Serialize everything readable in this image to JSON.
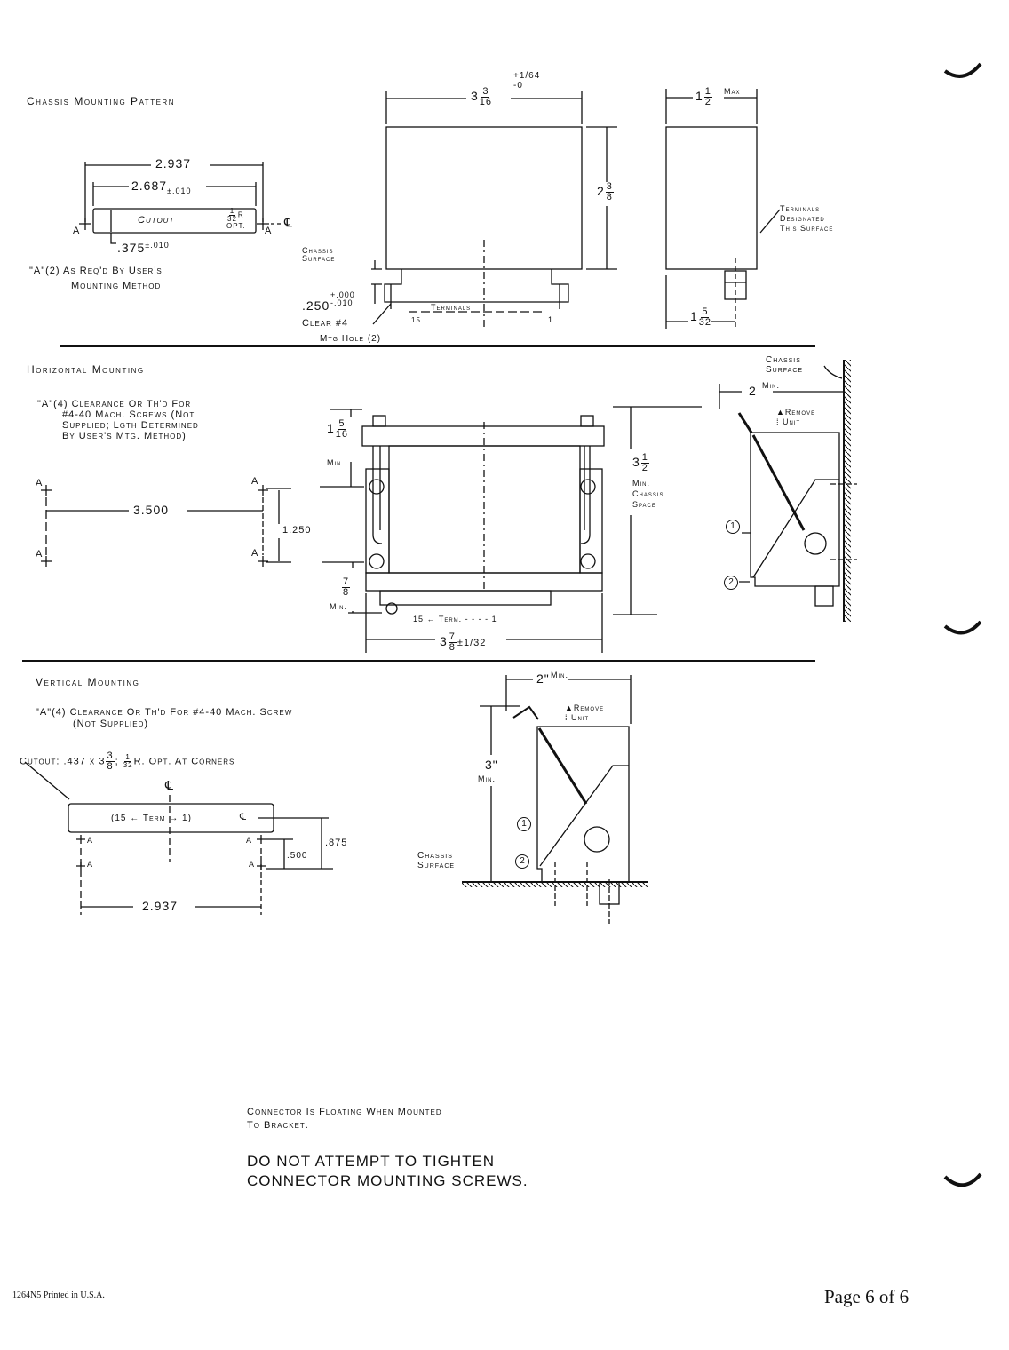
{
  "chassis_pattern": {
    "title": "Chassis Mounting Pattern",
    "dim_overall": "2.937",
    "dim_cutout": "2.687",
    "dim_cutout_tol": "±.010",
    "cutout_label": "Cutout",
    "radius_num": "1",
    "radius_den": "32",
    "radius_suffix": "R",
    "radius_opt": "OPT.",
    "a_label": "A",
    "centerline": "℄",
    "dim_offset": ".375",
    "dim_offset_tol": "±.010",
    "note_line1": "\"A\"(2) As Req'd By User's",
    "note_line2": "Mounting Method"
  },
  "front_view": {
    "width_whole": "3",
    "width_num": "3",
    "width_den": "16",
    "width_tol_plus": "+1/64",
    "width_tol_minus": "-0",
    "height_whole": "2",
    "height_num": "3",
    "height_den": "8",
    "chassis_surface": "Chassis Surface",
    "flange": ".250",
    "flange_tol_plus": "+.000",
    "flange_tol_minus": "-.010",
    "clear_hole_1": "Clear #4",
    "clear_hole_2": "Mtg Hole (2)",
    "terminals": "Terminals",
    "term_15": "15",
    "term_1": "1"
  },
  "side_view": {
    "width_whole": "1",
    "width_num": "1",
    "width_den": "2",
    "width_max": "Max",
    "terminals_note": [
      "Terminals",
      "Designated",
      "This Surface"
    ],
    "conn_whole": "1",
    "conn_num": "5",
    "conn_den": "32"
  },
  "horizontal": {
    "title": "Horizontal Mounting",
    "note": [
      "\"A\"(4) Clearance Or Th'd For",
      "#4-40 Mach. Screws (Not",
      "Supplied; Lgth Determined",
      "By User's Mtg. Method)"
    ],
    "a_label": "A",
    "dim_spacing": "3.500",
    "dim_height": "1.250",
    "top_whole": "1",
    "top_num": "5",
    "top_den": "16",
    "min": "Min.",
    "bottom_num": "7",
    "bottom_den": "8",
    "term_label": "15 ← Term. - - - - 1",
    "width_whole": "3",
    "width_num": "7",
    "width_den": "8",
    "width_tol": "±1/32",
    "space_whole": "3",
    "space_num": "1",
    "space_den": "2",
    "space_note": [
      "Min.",
      "Chassis",
      "Space"
    ],
    "chassis_surface": [
      "Chassis",
      "Surface"
    ],
    "clearance": "2",
    "clearance_min": "Min.",
    "remove_unit": [
      "▲Remove",
      "⁞ Unit"
    ],
    "callout_1": "1",
    "callout_2": "2"
  },
  "vertical": {
    "title": "Vertical Mounting",
    "note": [
      "\"A\"(4) Clearance Or Th'd For #4-40 Mach. Screw",
      "(Not Supplied)"
    ],
    "cutout_note": "Cutout: .437 x 3",
    "cutout_num": "3",
    "cutout_den": "8",
    "cutout_r_num": "1",
    "cutout_r_den": "32",
    "cutout_suffix": "R. Opt. At Corners",
    "centerline": "℄",
    "term_label": "(15 ← Term → 1)",
    "a_label": "A",
    "dim_875": ".875",
    "dim_500": ".500",
    "dim_spacing": "2.937",
    "clearance": "2\"",
    "clearance_min": "Min.",
    "remove_unit": [
      "▲Remove",
      "⁞ Unit"
    ],
    "height": "3\"",
    "height_min": "Min.",
    "chassis_surface": [
      "Chassis",
      "Surface"
    ],
    "callout_1": "1",
    "callout_2": "2"
  },
  "notes": {
    "floating": [
      "Connector Is Floating When Mounted",
      "To Bracket."
    ],
    "warning": [
      "DO NOT ATTEMPT TO TIGHTEN",
      "CONNECTOR MOUNTING SCREWS."
    ]
  },
  "footer": {
    "code": "1264N5  Printed in U.S.A.",
    "page": "Page 6 of 6"
  }
}
